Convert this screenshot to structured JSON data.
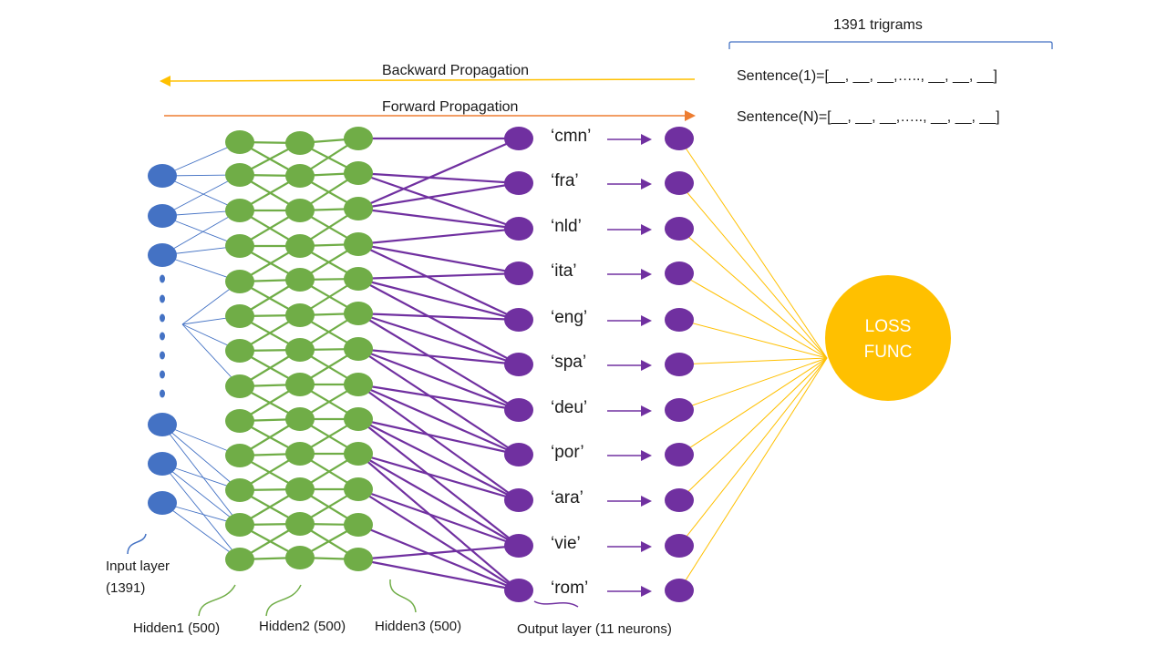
{
  "header": {
    "trigrams_label": "1391 trigrams",
    "sentence_first": "Sentence(1)=[__, __, __,….., __, __, __]",
    "sentence_last": "Sentence(N)=[__, __, __,….., __, __, __]"
  },
  "arrows": {
    "backward_label": "Backward Propagation",
    "forward_label": "Forward Propagation"
  },
  "layers": {
    "input": {
      "label": "Input layer",
      "count": "(1391)"
    },
    "hidden1": {
      "label": "Hidden1 (500)"
    },
    "hidden2": {
      "label": "Hidden2 (500)"
    },
    "hidden3": {
      "label": "Hidden3 (500)"
    },
    "output": {
      "label": "Output layer (11 neurons)"
    }
  },
  "classes": [
    "‘cmn’",
    "‘fra’",
    "‘nld’",
    "‘ita’",
    "‘eng’",
    "‘spa’",
    "‘deu’",
    "‘por’",
    "‘ara’",
    "‘vie’",
    "‘rom’"
  ],
  "loss": {
    "line1": "LOSS",
    "line2": "FUNC"
  },
  "colors": {
    "input_node": "#4472C4",
    "hidden_node": "#70AD47",
    "output_node": "#7030A0",
    "loss_node": "#FFC000",
    "backward_arrow": "#FFC000",
    "forward_arrow": "#ED7D31",
    "input_edges": "#4472C4",
    "hidden_edges": "#70AD47",
    "output_edges": "#7030A0",
    "loss_edges": "#FFC000",
    "bracket": "#4472C4"
  }
}
